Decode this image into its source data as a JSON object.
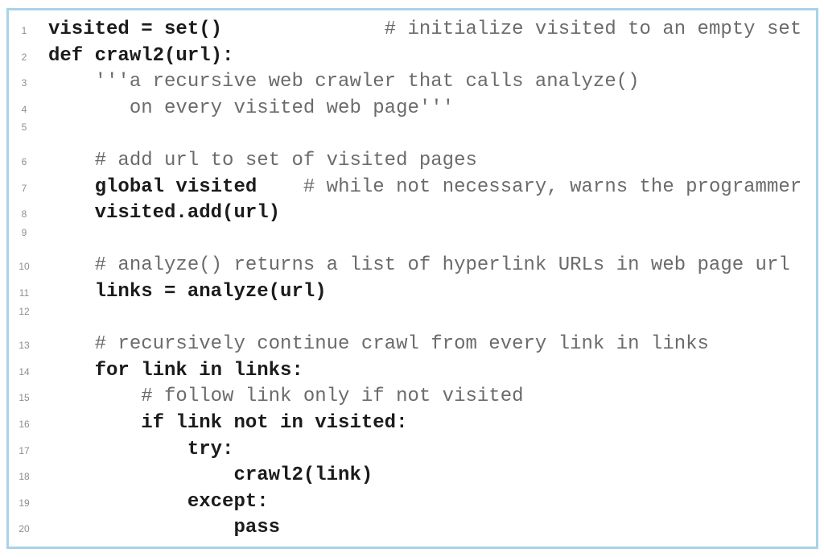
{
  "figure": {
    "kind": "code-listing",
    "language": "python",
    "background_color": "#ffffff",
    "border_color": "#a8d3ea",
    "code_color": "#1b1b1b",
    "comment_color": "#6b6b6b",
    "line_number_color": "#8e8e8e",
    "line_count": 20
  },
  "code": {
    "lines": [
      {
        "num": "1",
        "segments": [
          {
            "type": "code",
            "text": "visited = set()"
          },
          {
            "type": "comment",
            "text": "              # initialize visited to an empty set"
          }
        ]
      },
      {
        "num": "2",
        "segments": [
          {
            "type": "code",
            "text": "def crawl2(url):"
          }
        ]
      },
      {
        "num": "3",
        "segments": [
          {
            "type": "comment",
            "text": "    '''a recursive web crawler that calls analyze()"
          }
        ]
      },
      {
        "num": "4",
        "segments": [
          {
            "type": "comment",
            "text": "       on every visited web page'''"
          }
        ]
      },
      {
        "num": "5",
        "segments": []
      },
      {
        "num": "6",
        "segments": [
          {
            "type": "comment",
            "text": "    # add url to set of visited pages"
          }
        ]
      },
      {
        "num": "7",
        "segments": [
          {
            "type": "code",
            "text": "    global visited"
          },
          {
            "type": "comment",
            "text": "    # while not necessary, warns the programmer"
          }
        ]
      },
      {
        "num": "8",
        "segments": [
          {
            "type": "code",
            "text": "    visited.add(url)"
          }
        ]
      },
      {
        "num": "9",
        "segments": []
      },
      {
        "num": "10",
        "segments": [
          {
            "type": "comment",
            "text": "    # analyze() returns a list of hyperlink URLs in web page url"
          }
        ]
      },
      {
        "num": "11",
        "segments": [
          {
            "type": "code",
            "text": "    links = analyze(url)"
          }
        ]
      },
      {
        "num": "12",
        "segments": []
      },
      {
        "num": "13",
        "segments": [
          {
            "type": "comment",
            "text": "    # recursively continue crawl from every link in links"
          }
        ]
      },
      {
        "num": "14",
        "segments": [
          {
            "type": "code",
            "text": "    for link in links:"
          }
        ]
      },
      {
        "num": "15",
        "segments": [
          {
            "type": "comment",
            "text": "        # follow link only if not visited"
          }
        ]
      },
      {
        "num": "16",
        "segments": [
          {
            "type": "code",
            "text": "        if link not in visited:"
          }
        ]
      },
      {
        "num": "17",
        "segments": [
          {
            "type": "code",
            "text": "            try:"
          }
        ]
      },
      {
        "num": "18",
        "segments": [
          {
            "type": "code",
            "text": "                crawl2(link)"
          }
        ]
      },
      {
        "num": "19",
        "segments": [
          {
            "type": "code",
            "text": "            except:"
          }
        ]
      },
      {
        "num": "20",
        "segments": [
          {
            "type": "code",
            "text": "                pass"
          }
        ]
      }
    ]
  }
}
